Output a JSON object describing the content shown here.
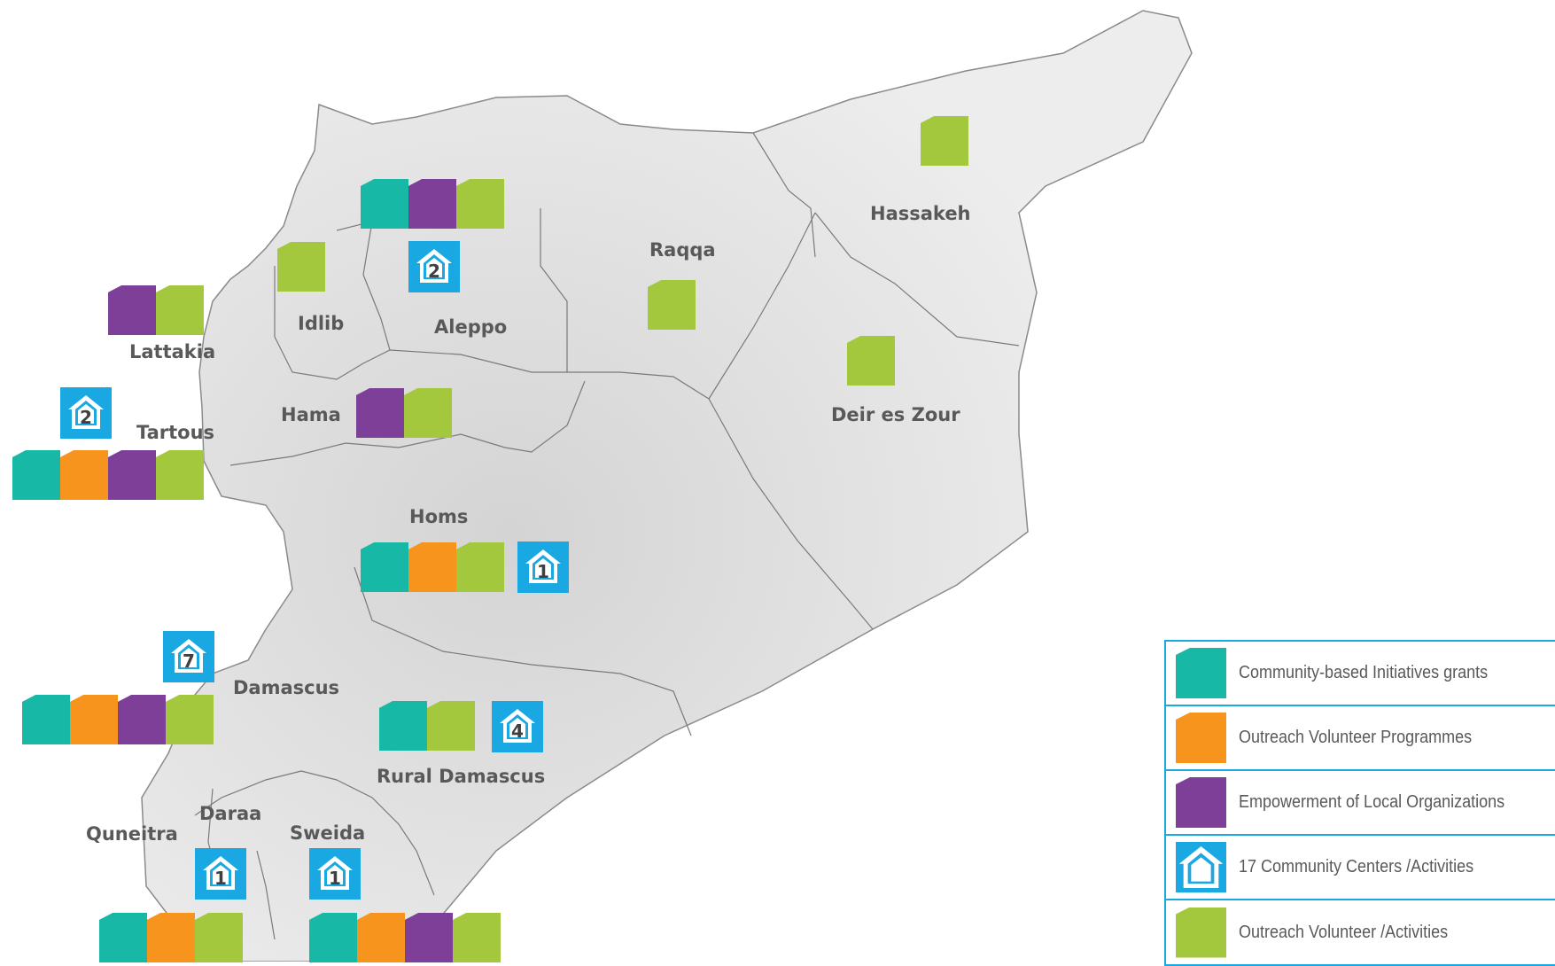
{
  "colors": {
    "community_grants": "#17b8a6",
    "outreach_programmes": "#f7941d",
    "empowerment": "#7d3f98",
    "community_centers": "#1aa8e2",
    "outreach_activities": "#a3c83d",
    "map_fill": "#e6e6e6",
    "border": "#7a7a7a"
  },
  "regions": {
    "hassakeh": "Hassakeh",
    "raqqa": "Raqqa",
    "idlib": "Idlib",
    "aleppo": "Aleppo",
    "lattakia": "Lattakia",
    "hama": "Hama",
    "deir_es_zour": "Deir es Zour",
    "tartous": "Tartous",
    "homs": "Homs",
    "damascus": "Damascus",
    "rural_damascus": "Rural Damascus",
    "daraa": "Daraa",
    "quneitra": "Quneitra",
    "sweida": "Sweida"
  },
  "community_centers": {
    "aleppo": "2",
    "tartous": "2",
    "homs": "1",
    "damascus": "7",
    "rural_damascus": "4",
    "daraa": "1",
    "sweida": "1"
  },
  "legend": [
    {
      "icon": "community-grants-marker-icon",
      "label": "Community-based Initiatives grants"
    },
    {
      "icon": "outreach-programmes-marker-icon",
      "label": "Outreach Volunteer Programmes"
    },
    {
      "icon": "empowerment-marker-icon",
      "label": "Empowerment of Local Organizations"
    },
    {
      "icon": "community-center-house-icon",
      "label": "17 Community Centers /Activities"
    },
    {
      "icon": "outreach-activities-marker-icon",
      "label": "Outreach Volunteer /Activities"
    }
  ]
}
